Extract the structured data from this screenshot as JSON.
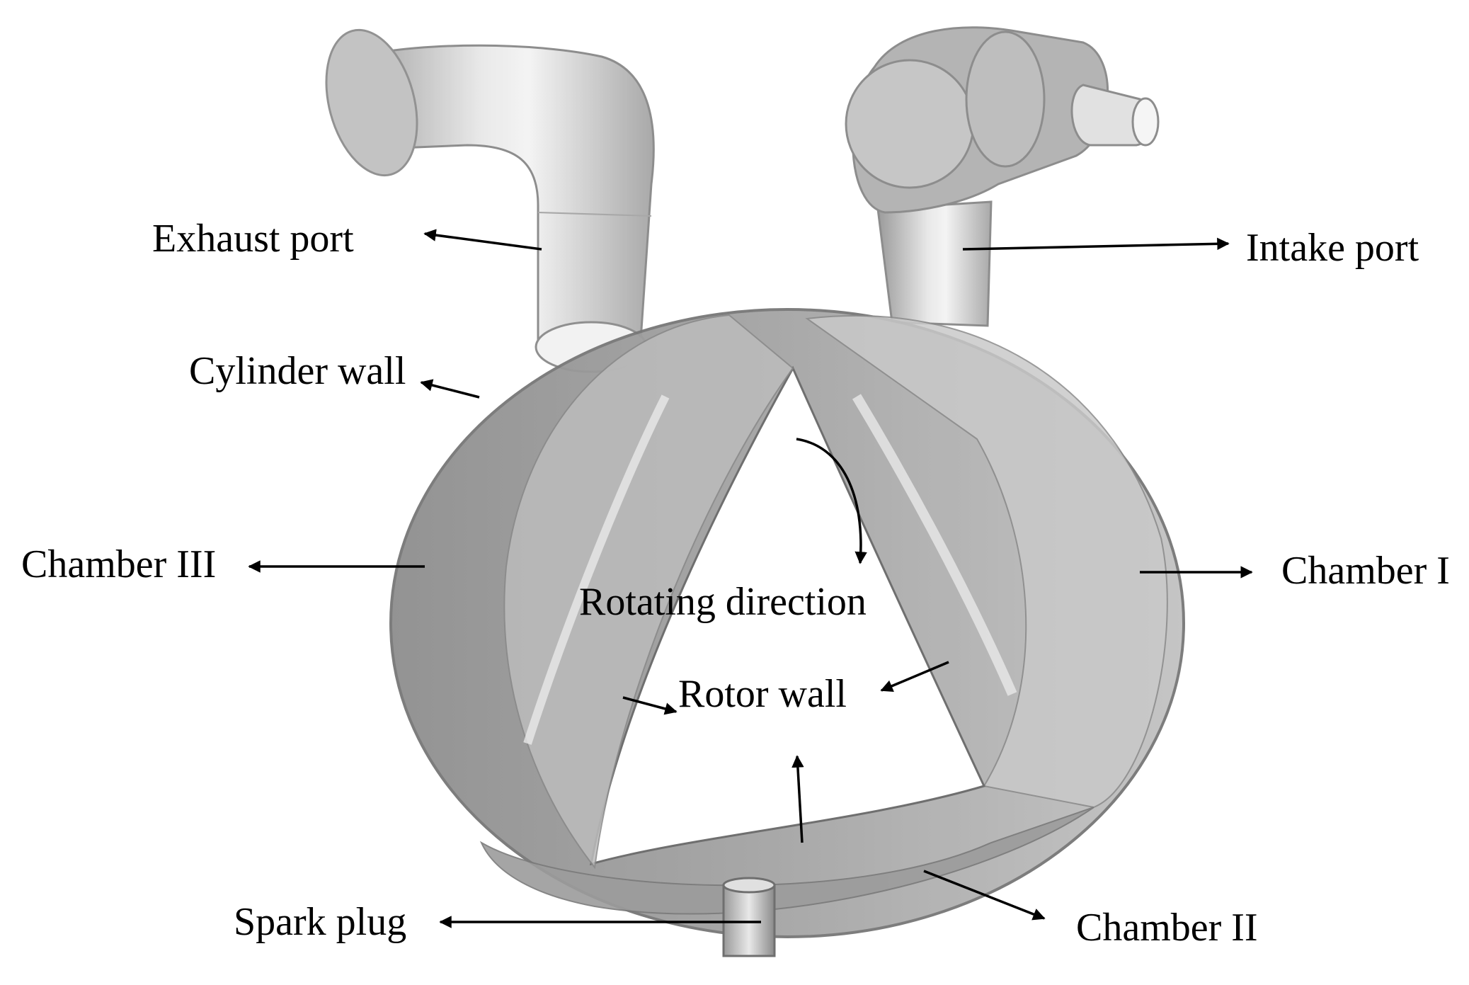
{
  "labels": {
    "exhaust_port": "Exhaust port",
    "intake_port": "Intake port",
    "cylinder_wall": "Cylinder wall",
    "chamber_three": "Chamber III",
    "chamber_one": "Chamber I",
    "rotating_direction": "Rotating direction",
    "rotor_wall": "Rotor wall",
    "spark_plug": "Spark plug",
    "chamber_two": "Chamber II"
  },
  "colors": {
    "background": "#ffffff",
    "housing_dark": "#8c8c8c",
    "housing_mid": "#a9a9a9",
    "housing_light": "#c4c4c4",
    "text": "#000000"
  }
}
